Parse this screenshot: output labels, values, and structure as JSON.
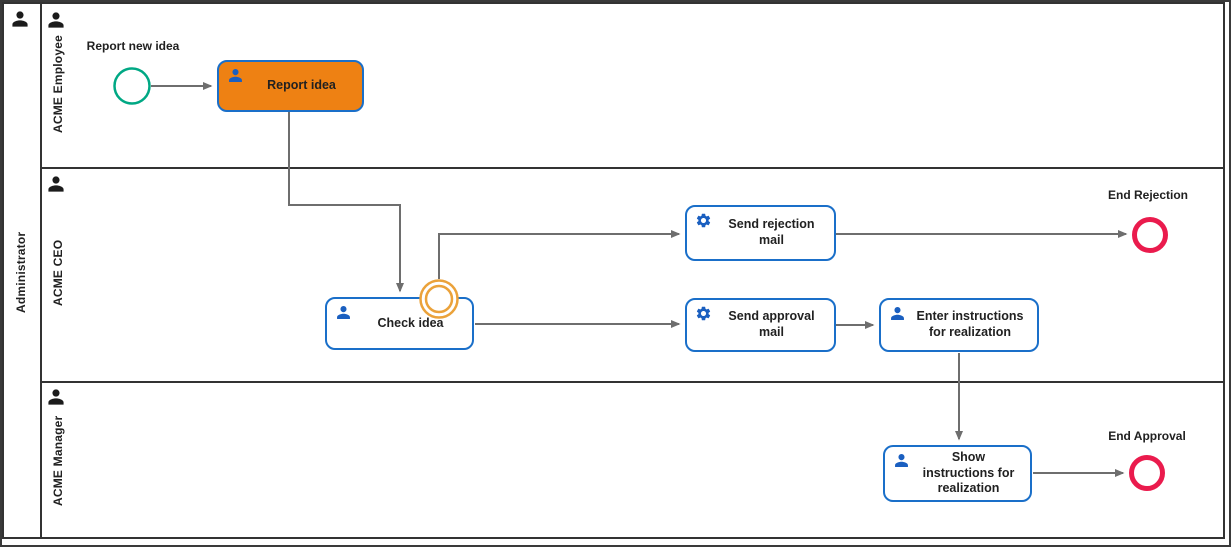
{
  "pool": {
    "label": "Administrator",
    "icon": "person-icon"
  },
  "lanes": [
    {
      "label": "ACME Employee",
      "icon": "person-icon"
    },
    {
      "label": "ACME CEO",
      "icon": "person-icon"
    },
    {
      "label": "ACME Manager",
      "icon": "person-icon"
    }
  ],
  "events": {
    "start": {
      "label": "Report new idea",
      "type": "start-event"
    },
    "boundary": {
      "type": "boundary-event"
    },
    "end_rejection": {
      "label": "End Rejection",
      "type": "end-event"
    },
    "end_approval": {
      "label": "End Approval",
      "type": "end-event"
    }
  },
  "tasks": {
    "report_idea": {
      "label": "Report idea",
      "icon": "user-task-icon",
      "highlighted": true
    },
    "check_idea": {
      "label": "Check idea",
      "icon": "user-task-icon"
    },
    "send_rejection_mail": {
      "label": "Send rejection mail",
      "icon": "service-task-gear-icon"
    },
    "send_approval_mail": {
      "label": "Send approval mail",
      "icon": "service-task-gear-icon"
    },
    "enter_instructions": {
      "label": "Enter instructions for realization",
      "icon": "user-task-icon"
    },
    "show_instructions": {
      "label": "Show instructions for realization",
      "icon": "user-task-icon"
    }
  },
  "colors": {
    "task-border-blue": "#1a6fc9",
    "icon-blue": "#1a5fc0",
    "task-orange": "#ee8113",
    "start-green": "#00a884",
    "boundary-orange": "#eba23a",
    "end-red": "#ea1b4d",
    "flow-gray": "#6e6e6e",
    "lane-border": "#333333",
    "text-dark": "#212121"
  }
}
